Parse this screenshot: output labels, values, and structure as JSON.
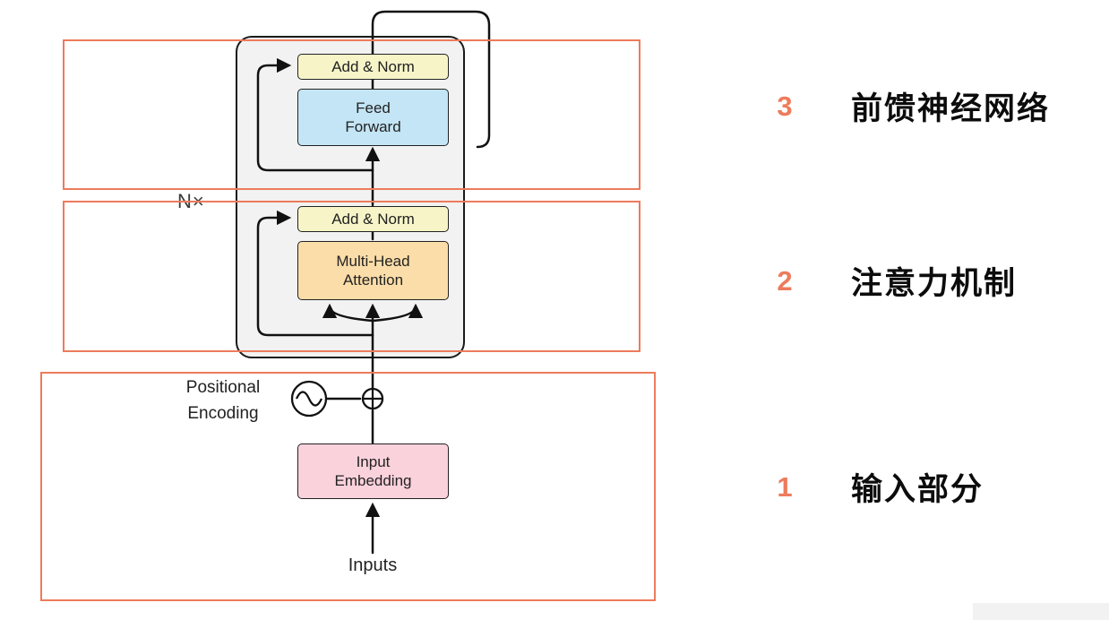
{
  "colors": {
    "accent": "#ED7B5C",
    "encoder-bg": "#F2F2F2",
    "encoder-border": "#1A1A1A",
    "addnorm-bg": "#F7F5C8",
    "feedforward-bg": "#C3E5F5",
    "attention-bg": "#FADDA8",
    "embedding-bg": "#FAD2DC"
  },
  "diagram": {
    "add_norm_top": "Add & Norm",
    "feed_forward": "Feed\nForward",
    "add_norm_bottom": "Add & Norm",
    "multi_head_attention": "Multi-Head\nAttention",
    "n_times": "N×",
    "positional_encoding": "Positional\nEncoding",
    "input_embedding": "Input\nEmbedding",
    "inputs": "Inputs"
  },
  "annotations": [
    {
      "number": "3",
      "label": "前馈神经网络"
    },
    {
      "number": "2",
      "label": "注意力机制"
    },
    {
      "number": "1",
      "label": "输入部分"
    }
  ]
}
